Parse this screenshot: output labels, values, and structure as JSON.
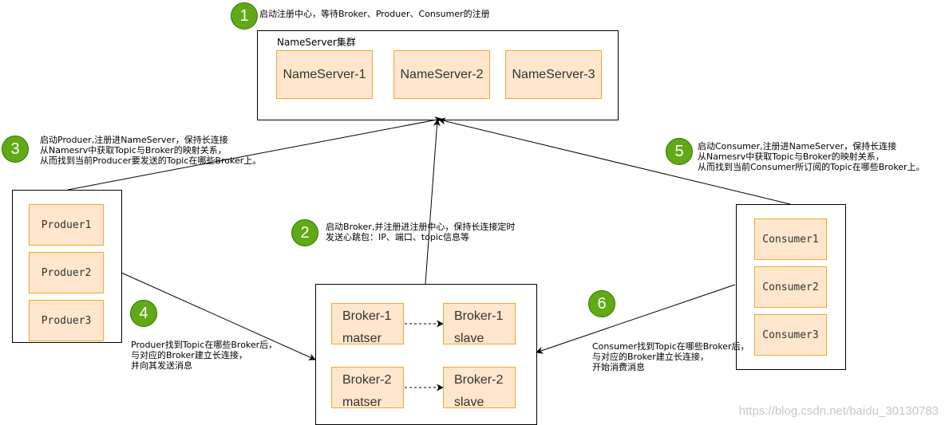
{
  "nameserver_cluster": {
    "label": "NameServer集群",
    "nodes": [
      "NameServer-1",
      "NameServer-2",
      "NameServer-3"
    ]
  },
  "producers": [
    "Produer1",
    "Produer2",
    "Produer3"
  ],
  "consumers": [
    "Consumer1",
    "Consumer2",
    "Consumer3"
  ],
  "brokers": [
    {
      "name": "Broker-1",
      "role": "matser"
    },
    {
      "name": "Broker-1",
      "role": "slave"
    },
    {
      "name": "Broker-2",
      "role": "matser"
    },
    {
      "name": "Broker-2",
      "role": "slave"
    }
  ],
  "steps": [
    {
      "num": "1",
      "text": "启动注册中心，等待Broker、Produer、Consumer的注册"
    },
    {
      "num": "2",
      "text": "启动Broker,并注册进注册中心，保持长连接定时\n发送心跳包：IP、端口、topic信息等"
    },
    {
      "num": "3",
      "text": "启动Produer,注册进NameServer，保持长连接\n从Namesrv中获取Topic与Broker的映射关系，\n从而找到当前Producer要发送的Topic在哪些Broker上。"
    },
    {
      "num": "4",
      "text": "Produer找到Topic在哪些Broker后，\n与对应的Broker建立长连接，\n并向其发送消息"
    },
    {
      "num": "5",
      "text": "启动Consumer,注册进NameServer，保持长连接\n从Namesrv中获取Topic与Broker的映射关系，\n从而找到当前Consumer所订阅的Topic在哪些Broker上。"
    },
    {
      "num": "6",
      "text": "Consumer找到Topic在哪些Broker后，\n与对应的Broker建立长连接，\n开始消费消息"
    }
  ],
  "watermark": "https://blog.csdn.net/baidu_30130783",
  "colors": {
    "node_fill": "#ffe6cc",
    "node_border": "#f0a830",
    "step_fill": "#60a917",
    "step_border": "#2d7600"
  }
}
